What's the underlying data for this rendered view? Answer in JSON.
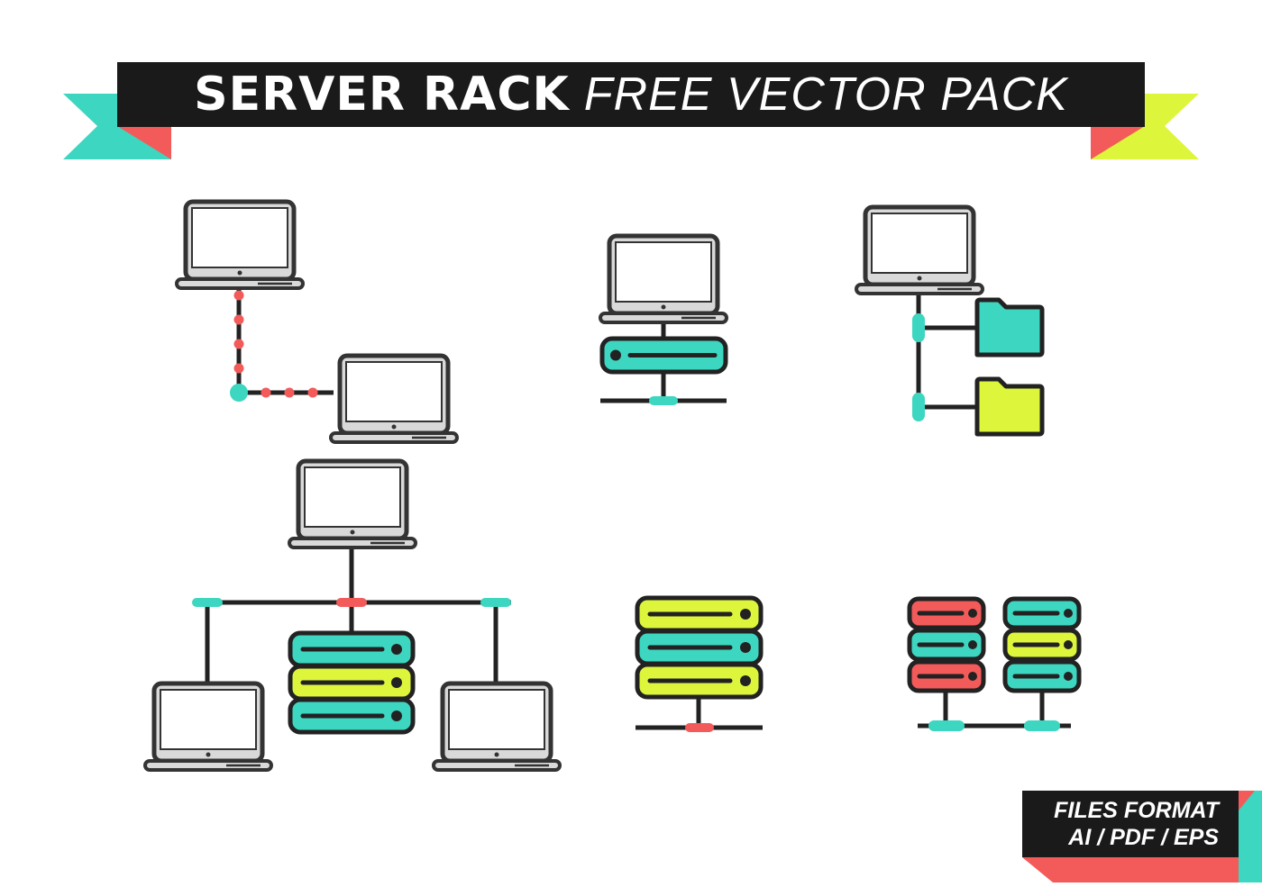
{
  "title": {
    "bold": "SERVER RACK",
    "light": "FREE VECTOR PACK"
  },
  "badge": {
    "line1": "FILES FORMAT",
    "line2": "AI / PDF / EPS"
  },
  "colors": {
    "black": "#1a1a1a",
    "teal": "#3dd6c0",
    "lime": "#ddf53a",
    "red": "#f35a5a",
    "screen": "#d9d9d9",
    "outline": "#333333"
  },
  "icons": [
    "laptop-to-laptop-connection",
    "laptop-server-connection",
    "laptop-folders-tree",
    "laptops-server-stack-network",
    "server-stack-network",
    "dual-server-stacks-network"
  ]
}
